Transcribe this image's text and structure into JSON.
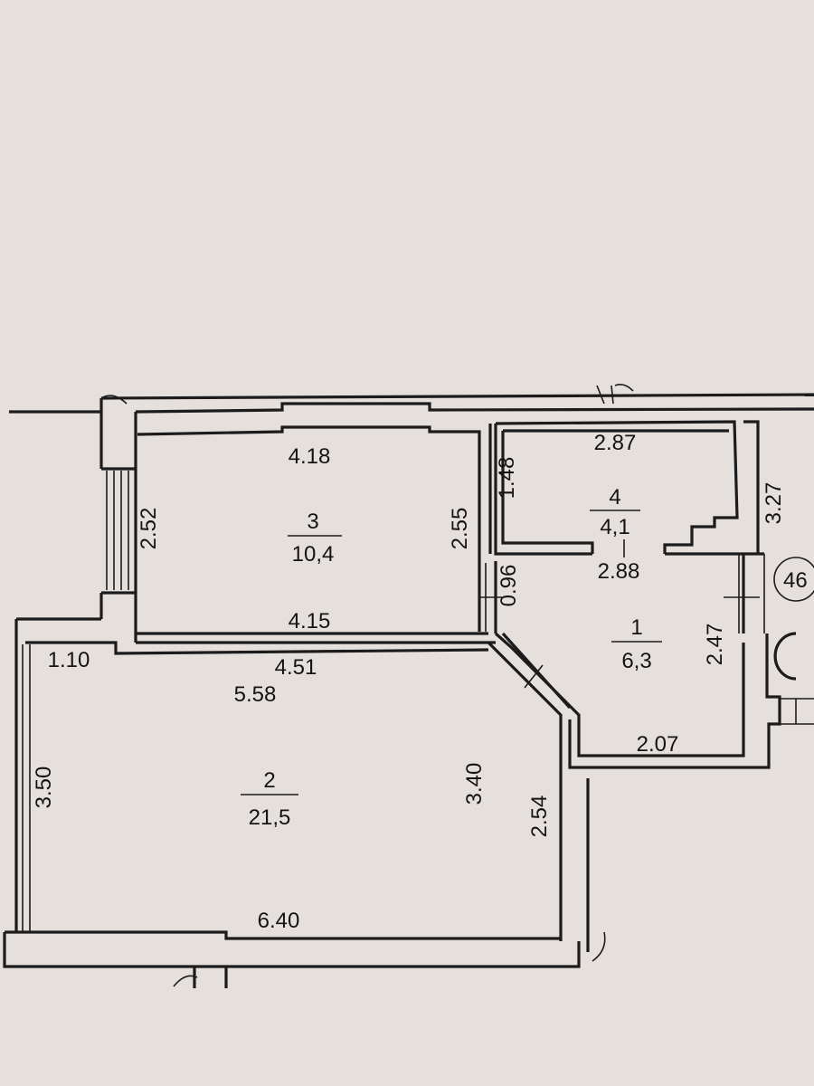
{
  "rooms": [
    {
      "number": "3",
      "area": "10,4"
    },
    {
      "number": "4",
      "area": "4,1"
    },
    {
      "number": "1",
      "area": "6,3"
    },
    {
      "number": "2",
      "area": "21,5"
    }
  ],
  "dimensions": {
    "room3_top": "4.18",
    "room3_left": "2.52",
    "room3_right": "2.55",
    "room3_bottom": "4.15",
    "room4_top": "2.87",
    "room4_left": "1.48",
    "room4_bottom": "2.88",
    "right_side": "3.27",
    "room1_opening": "0.96",
    "room1_right": "2.47",
    "room1_bottom": "2.07",
    "room2_left_stub": "1.10",
    "room2_top_a": "4.51",
    "room2_top_b": "5.58",
    "room2_left": "3.50",
    "room2_inner_right": "3.40",
    "room2_right": "2.54",
    "room2_bottom": "6.40"
  },
  "markers": {
    "circle_label": "46"
  }
}
